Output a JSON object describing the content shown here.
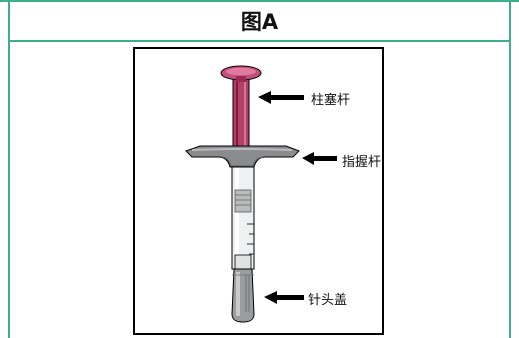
{
  "figure": {
    "title": "图A"
  },
  "labels": {
    "plunger": "柱塞杆",
    "finger_grip": "指握杆",
    "needle_cap": "针头盖"
  },
  "colors": {
    "rule": "#3fae8c",
    "plunger": "#b4406a",
    "plunger_dark": "#7a1d42",
    "grip": "#8a8c8e",
    "grip_dark": "#5a5c5e",
    "barrel": "#e6e7e8",
    "cap": "#9a9c9e"
  }
}
